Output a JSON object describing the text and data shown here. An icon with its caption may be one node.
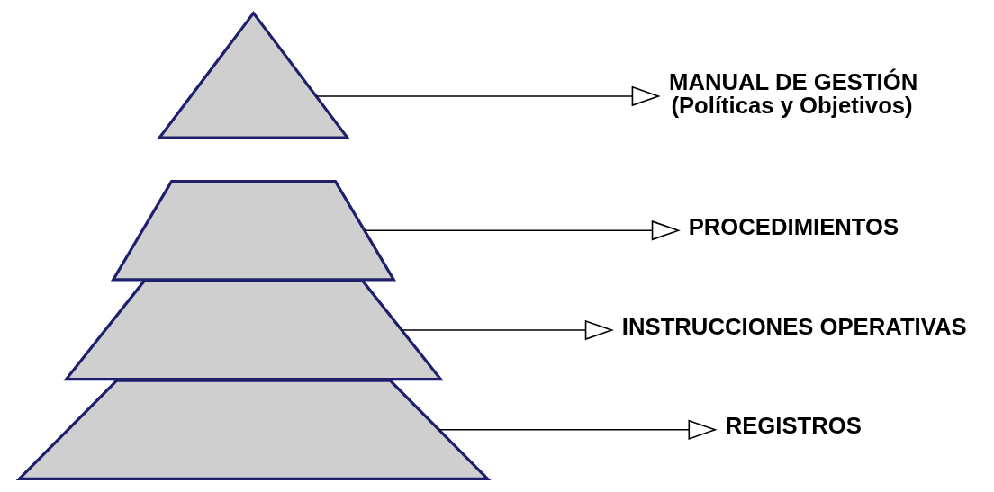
{
  "diagram": {
    "nodes": [
      {
        "text": [],
        "shape": "triangle"
      },
      {
        "text": [],
        "shape": "trapezoid"
      },
      {
        "text": [],
        "shape": "trapezoid"
      },
      {
        "text": [],
        "shape": "trapezoid"
      },
      {
        "text": [
          "MANUAL DE GESTIÓN",
          "(Políticas y Objetivos)"
        ]
      },
      {
        "text": [
          "PROCEDIMIENTOS"
        ]
      },
      {
        "text": [
          "INSTRUCCIONES OPERATIVAS"
        ]
      },
      {
        "text": [
          "REGISTROS"
        ]
      }
    ],
    "edges": [
      {
        "from": 0,
        "to": 4,
        "arrow": "to"
      },
      {
        "from": 1,
        "to": 5,
        "arrow": "to"
      },
      {
        "from": 2,
        "to": 6,
        "arrow": "to"
      },
      {
        "from": 3,
        "to": 7,
        "arrow": "to"
      }
    ]
  }
}
